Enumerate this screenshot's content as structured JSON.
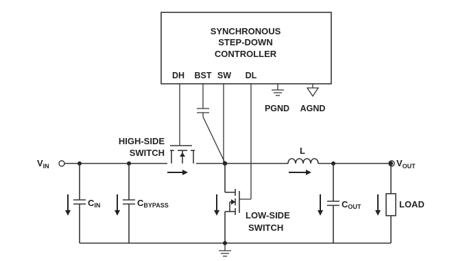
{
  "controller": {
    "title_line1": "SYNCHRONOUS",
    "title_line2": "STEP-DOWN",
    "title_line3": "CONTROLLER",
    "pins": {
      "dh": "DH",
      "bst": "BST",
      "sw": "SW",
      "dl": "DL"
    },
    "pgnd": "PGND",
    "agnd": "AGND"
  },
  "labels": {
    "high_side_line1": "HIGH-SIDE",
    "high_side_line2": "SWITCH",
    "low_side_line1": "LOW-SIDE",
    "low_side_line2": "SWITCH",
    "inductor": "L",
    "load": "LOAD"
  },
  "terminals": {
    "vin_main": "V",
    "vin_sub": "IN",
    "vout_main": "V",
    "vout_sub": "OUT"
  },
  "capacitors": {
    "cin_main": "C",
    "cin_sub": "IN",
    "cbypass_main": "C",
    "cbypass_sub": "BYPASS",
    "cout_main": "C",
    "cout_sub": "OUT"
  },
  "colors": {
    "line": "#333333",
    "text": "#222222",
    "background": "#ffffff"
  }
}
